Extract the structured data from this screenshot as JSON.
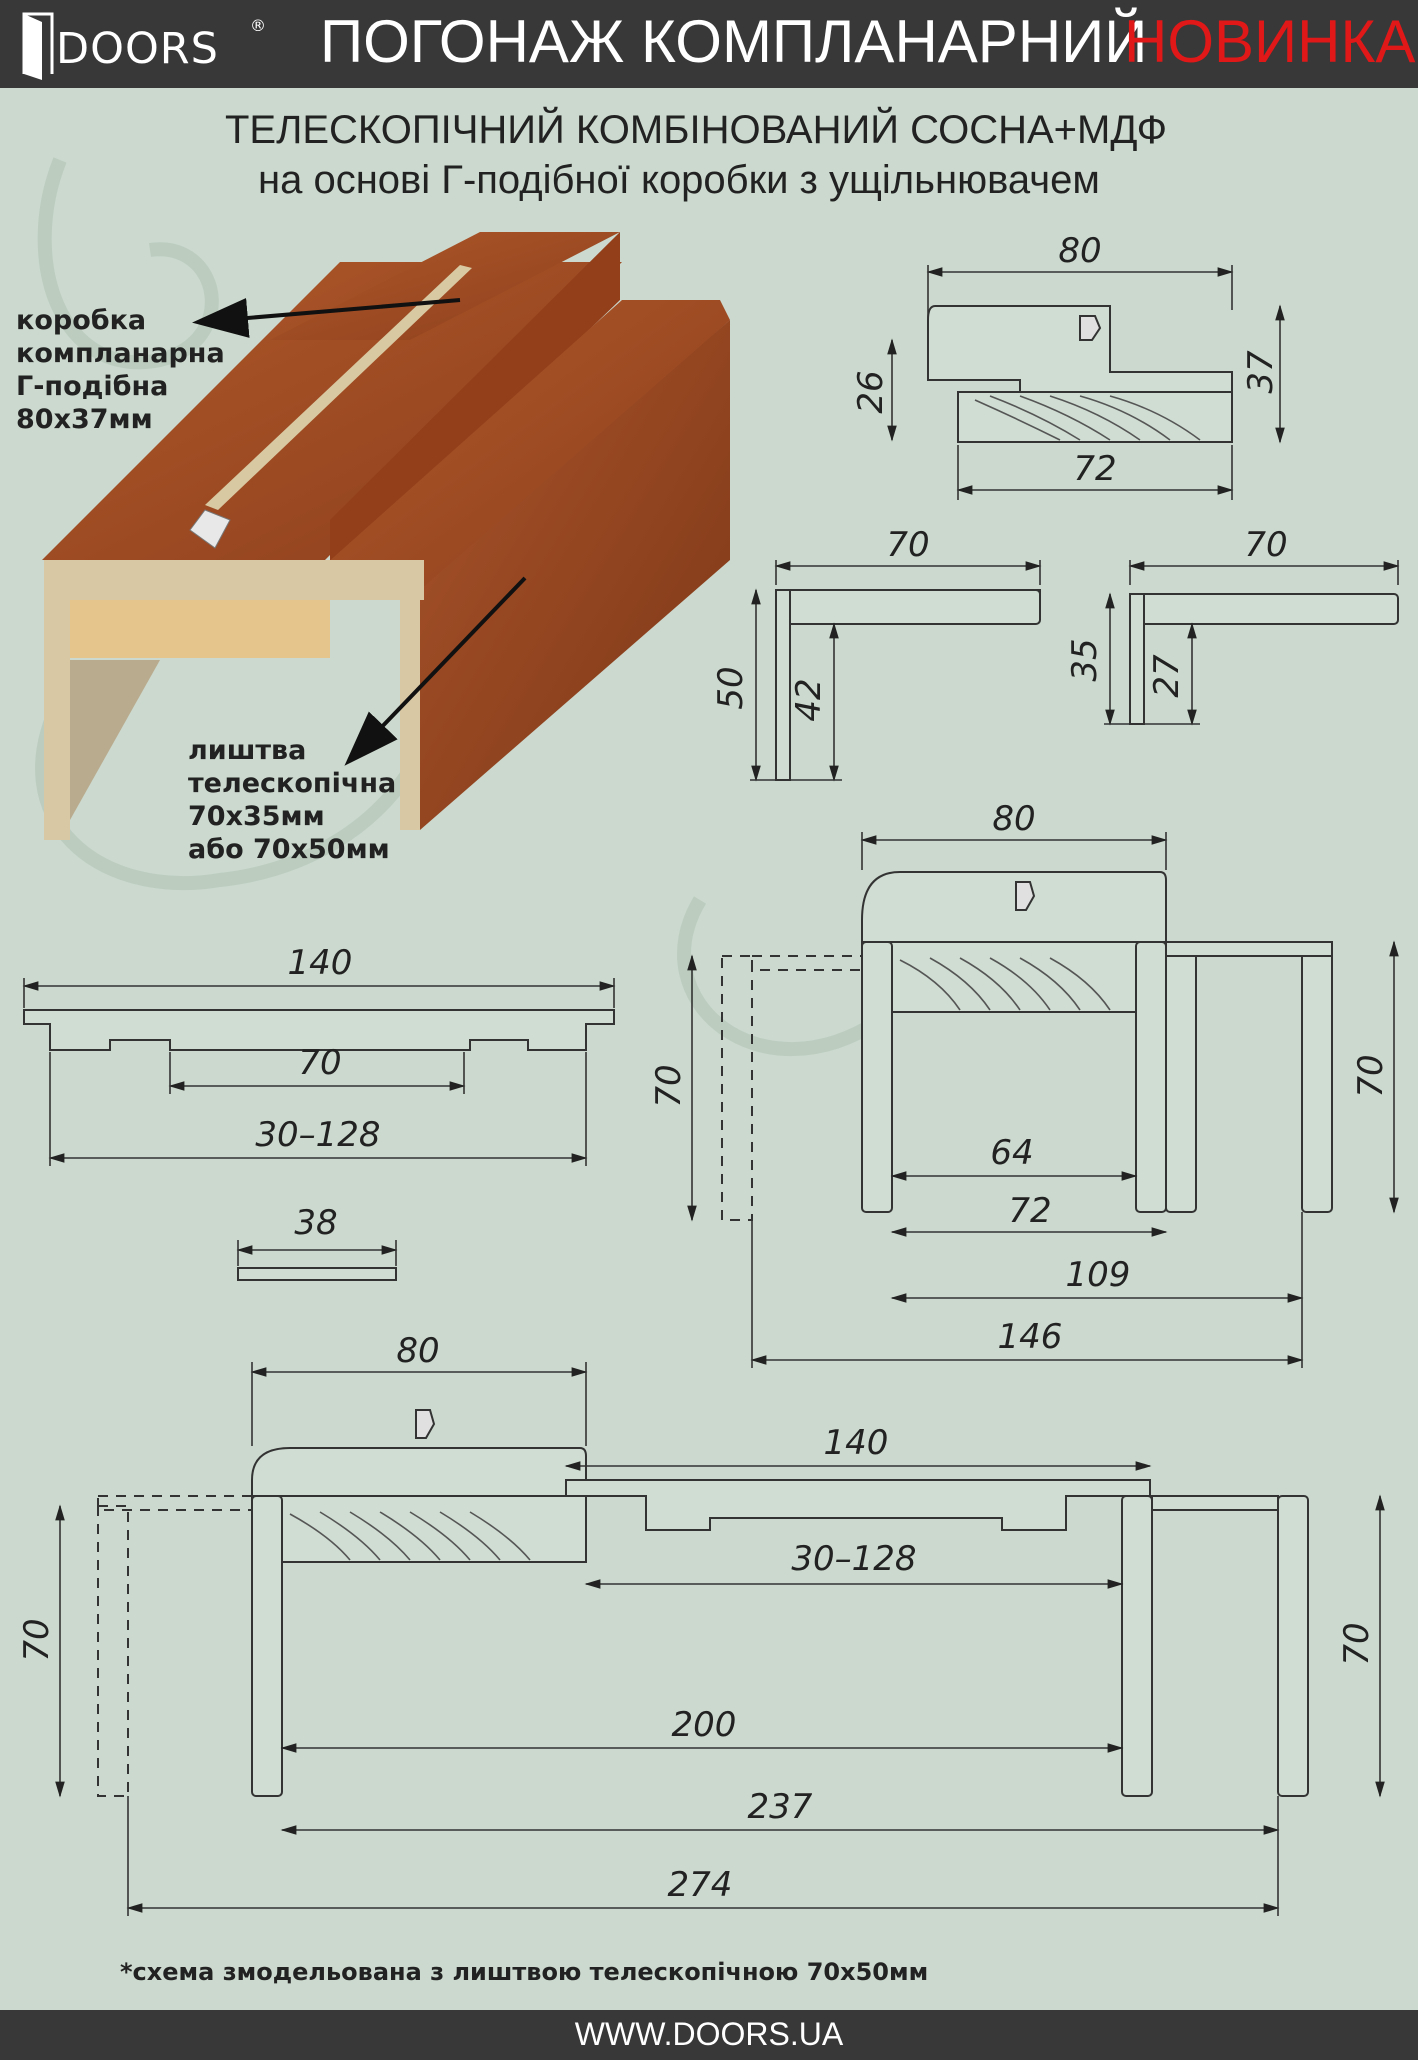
{
  "header": {
    "logo_text": "DOORS",
    "logo_mark": "®",
    "title": "ПОГОНАЖ КОМПЛАНАРНИЙ",
    "badge": "НОВИНКА!"
  },
  "subtitle": {
    "line1": "ТЕЛЕСКОПІЧНИЙ КОМБІНОВАНИЙ СОСНА+МДФ",
    "line2": "на основі Г-подібної коробки з ущільнювачем"
  },
  "labels": {
    "frame": [
      "коробка",
      "компланарна",
      "Г-подібна",
      "80х37мм"
    ],
    "casing": [
      "лиштва",
      "телескопічна",
      "70х35мм",
      "або 70х50мм"
    ]
  },
  "dimensions": {
    "frame_section": {
      "width": "80",
      "base": "72",
      "left_height": "26",
      "right_height": "37"
    },
    "casing_50": {
      "width": "70",
      "outer_height": "50",
      "inner_height": "42"
    },
    "casing_35": {
      "width": "70",
      "outer_height": "35",
      "inner_height": "27"
    },
    "extension": {
      "width": "140",
      "middle": "70",
      "range": "30–128"
    },
    "strip": {
      "width": "38"
    },
    "assembly_small": {
      "frame": "80",
      "left_height": "70",
      "right_height": "70",
      "d64": "64",
      "d72": "72",
      "d109": "109",
      "d146": "146"
    },
    "assembly_large": {
      "frame": "80",
      "extension": "140",
      "range": "30–128",
      "d200": "200",
      "d237": "237",
      "d274": "274",
      "left_height": "70",
      "right_height": "70"
    }
  },
  "footnote": "*схема змодельована з лиштвою телескопічною 70х50мм",
  "footer": {
    "url": "WWW.DOORS.UA"
  },
  "colors": {
    "background": "#cbd9ce",
    "bar": "#383838",
    "accent": "#e01818",
    "wood": "#a04d24"
  }
}
